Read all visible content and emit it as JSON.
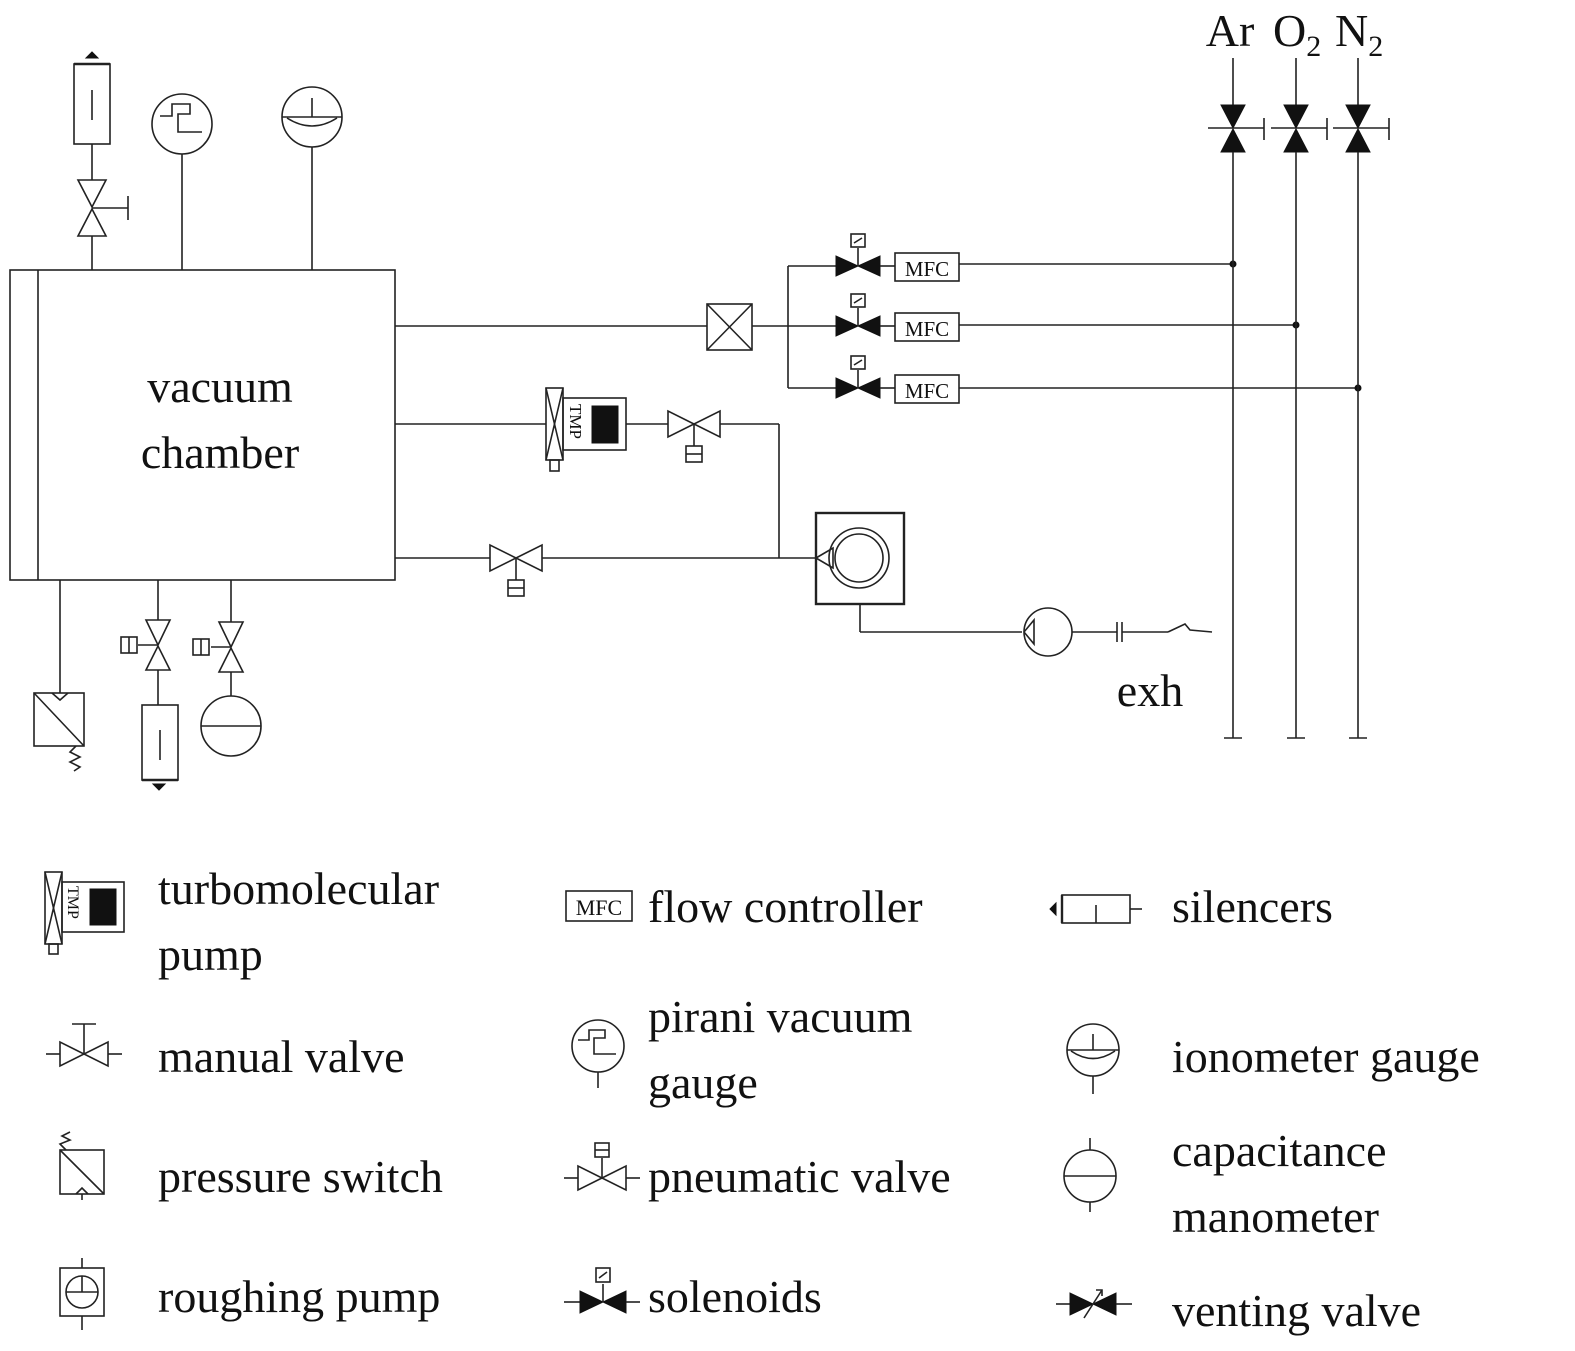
{
  "chamber": {
    "line1": "vacuum",
    "line2": "chamber"
  },
  "gases": {
    "ar": "Ar",
    "o": "O",
    "o_sub": "2",
    "n": "N",
    "n_sub": "2"
  },
  "mfc_label": "MFC",
  "tmp_label": "TMP",
  "exhaust_label": "exh",
  "legend": {
    "turbo_1": "turbomolecular",
    "turbo_2": "pump",
    "flow_controller": "flow controller",
    "silencers": "silencers",
    "manual_valve": "manual valve",
    "pirani_1": "pirani vacuum",
    "pirani_2": "gauge",
    "ionometer": "ionometer gauge",
    "pressure_switch": "pressure switch",
    "pneumatic_valve": "pneumatic valve",
    "capacitance_1": "capacitance",
    "capacitance_2": "manometer",
    "roughing_pump": "roughing pump",
    "solenoids": "solenoids",
    "venting_valve": "venting valve"
  }
}
